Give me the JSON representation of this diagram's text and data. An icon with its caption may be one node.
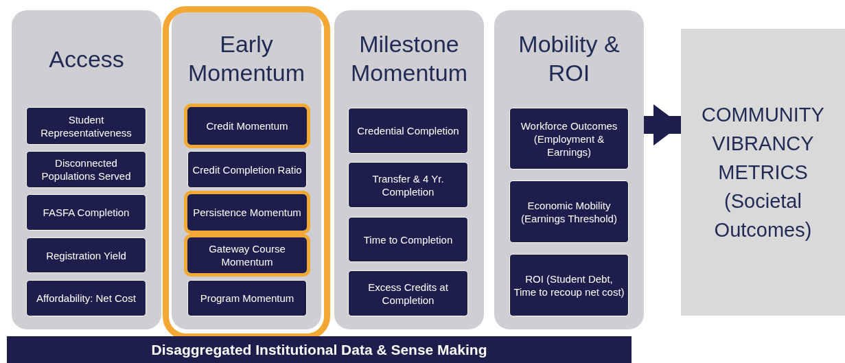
{
  "diagram": {
    "nodes": [
      {
        "text": [
          "Access"
        ]
      },
      {
        "text": [
          "Student Representativeness"
        ],
        "in": 0
      },
      {
        "text": [
          "Disconnected Populations Served"
        ],
        "in": 0
      },
      {
        "text": [
          "FASFA Completion"
        ],
        "in": 0
      },
      {
        "text": [
          "Registration Yield"
        ],
        "in": 0
      },
      {
        "text": [
          "Affordability: Net Cost"
        ],
        "in": 0
      },
      {
        "text": [
          "Early Momentum"
        ]
      },
      {
        "text": [
          "Credit Momentum"
        ],
        "in": 6
      },
      {
        "text": [
          "Credit Completion Ratio"
        ],
        "in": 6
      },
      {
        "text": [
          "Persistence Momentum"
        ],
        "in": 6
      },
      {
        "text": [
          "Gateway Course Momentum"
        ],
        "in": 6
      },
      {
        "text": [
          "Program Momentum"
        ],
        "in": 6
      },
      {
        "text": [
          "Milestone Momentum"
        ]
      },
      {
        "text": [
          "Credential Completion"
        ],
        "in": 12
      },
      {
        "text": [
          "Transfer & 4 Yr. Completion"
        ],
        "in": 12
      },
      {
        "text": [
          "Time to Completion"
        ],
        "in": 12
      },
      {
        "text": [
          "Excess Credits at Completion"
        ],
        "in": 12
      },
      {
        "text": [
          "Mobility & ROI"
        ]
      },
      {
        "text": [
          "Workforce Outcomes (Employment & Earnings)"
        ],
        "in": 17
      },
      {
        "text": [
          "Economic Mobility (Earnings Threshold)"
        ],
        "in": 17
      },
      {
        "text": [
          "ROI (Student Debt, Time to recoup net cost)"
        ],
        "in": 17
      },
      {
        "text": [
          "COMMUNITY VIBRANCY METRICS (Societal Outcomes)"
        ]
      },
      {
        "text": [
          "Disaggregated Institutional Data & Sense Making"
        ]
      }
    ],
    "edges": [
      {
        "from": 17,
        "to": 21,
        "arrow": "to"
      }
    ]
  }
}
